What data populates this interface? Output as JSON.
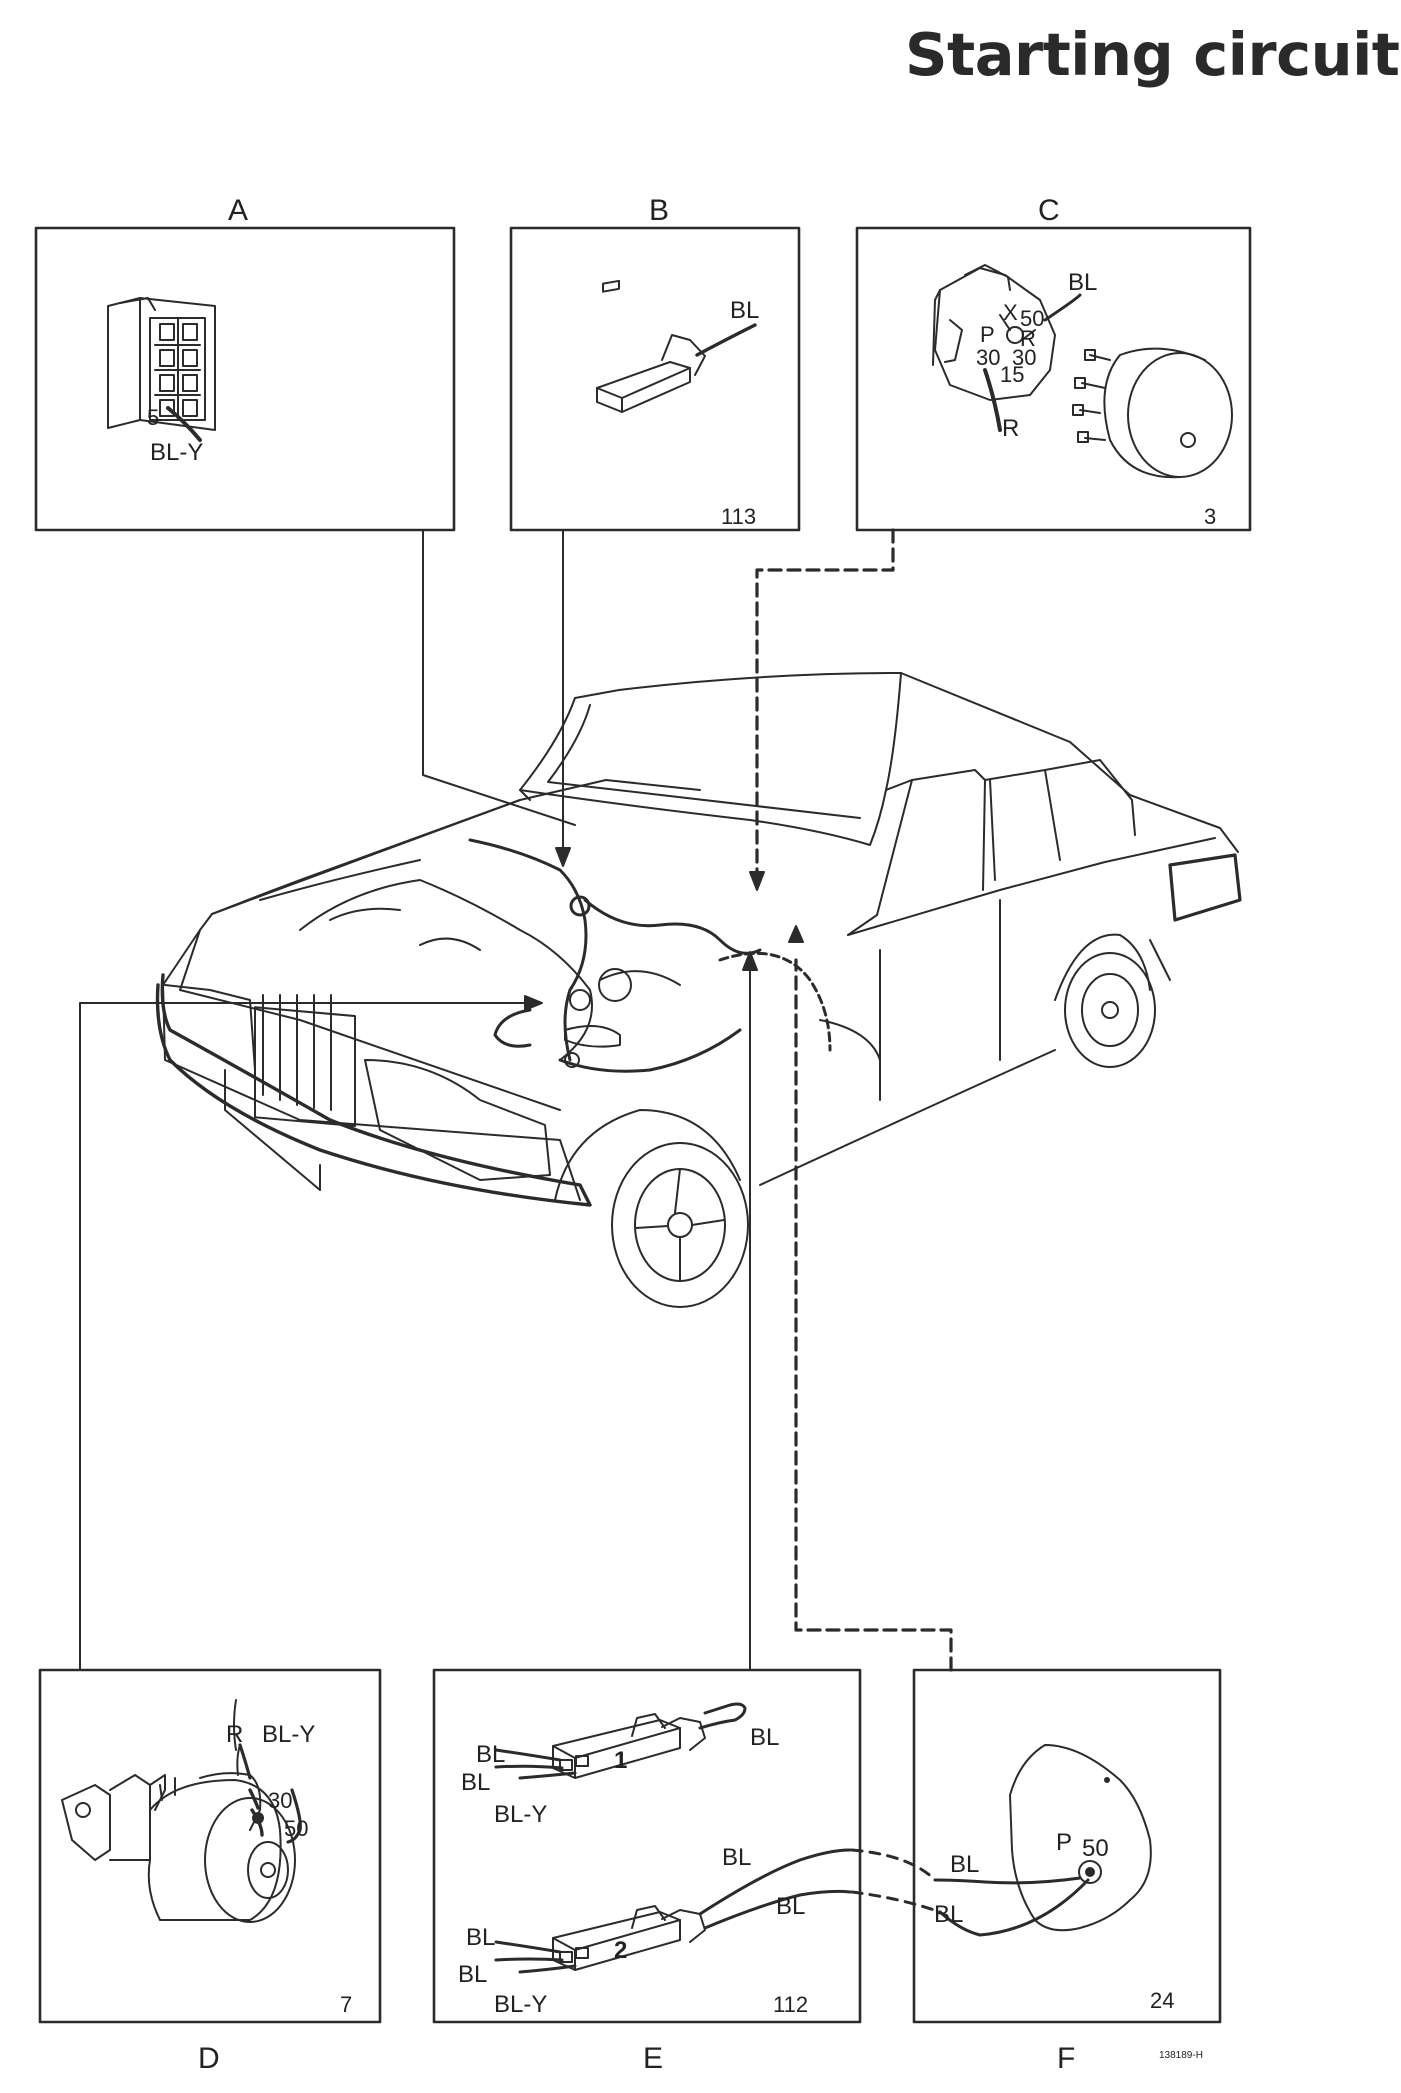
{
  "title": "Starting circuit",
  "doc_code": "138189-H",
  "panels": {
    "A": {
      "letter": "A",
      "pin": "5",
      "wire": "BL-Y"
    },
    "B": {
      "letter": "B",
      "wire": "BL",
      "page": "113"
    },
    "C": {
      "letter": "C",
      "wire_top": "BL",
      "wire_bottom": "R",
      "page": "3",
      "terminals": {
        "x": "X",
        "p": "P",
        "r": "R",
        "t50": "50",
        "t30a": "30",
        "t30b": "30",
        "t15": "15"
      }
    },
    "D": {
      "letter": "D",
      "wire_r": "R",
      "wire_bly": "BL-Y",
      "term30": "30",
      "term50": "50",
      "page": "7"
    },
    "E": {
      "letter": "E",
      "page": "112",
      "c1": {
        "num": "1",
        "w1": "BL",
        "w2": "BL",
        "w3": "BL-Y",
        "loop": "BL"
      },
      "c2": {
        "num": "2",
        "w1": "BL",
        "w2": "BL",
        "w3": "BL-Y",
        "out_top": "BL",
        "out_bottom": "BL"
      }
    },
    "F": {
      "letter": "F",
      "page": "24",
      "p": "P",
      "t50": "50",
      "w_top": "BL",
      "w_bottom": "BL"
    }
  }
}
